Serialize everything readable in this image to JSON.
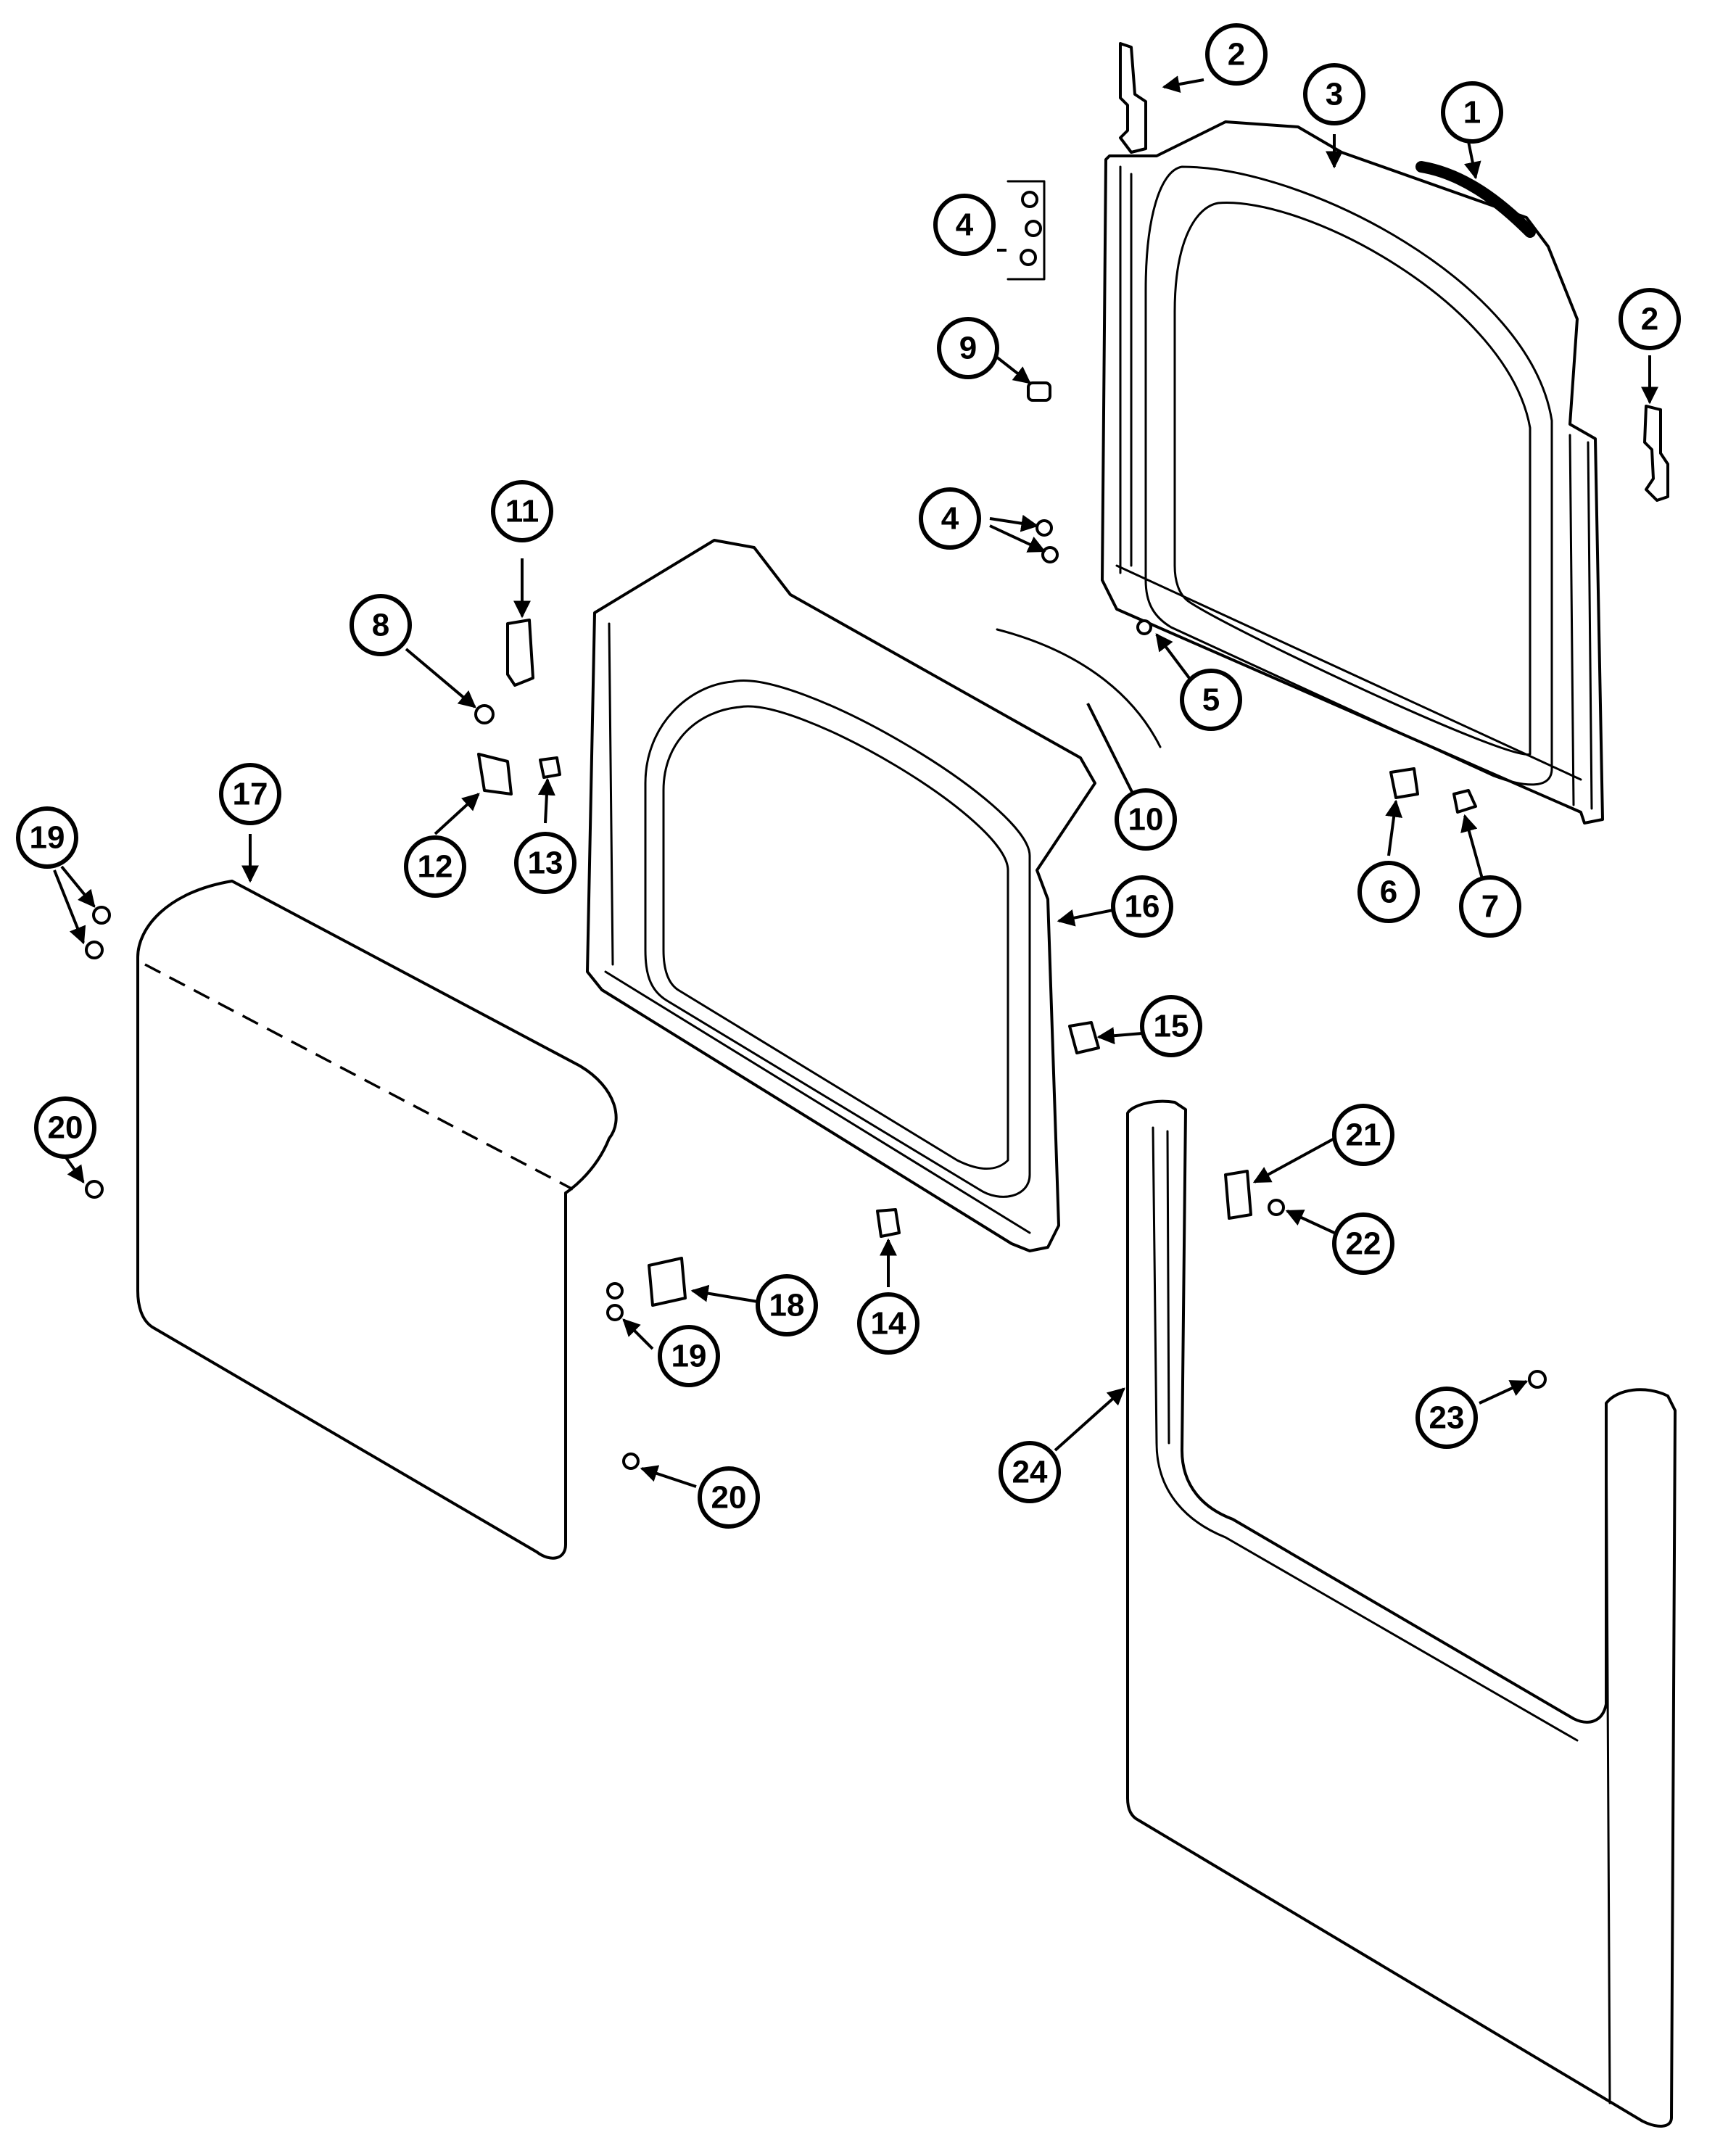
{
  "colors": {
    "line": "#000000",
    "background": "#ffffff"
  },
  "callouts": [
    {
      "id": "c1",
      "label": "1"
    },
    {
      "id": "c2a",
      "label": "2"
    },
    {
      "id": "c2b",
      "label": "2"
    },
    {
      "id": "c3",
      "label": "3"
    },
    {
      "id": "c4a",
      "label": "4"
    },
    {
      "id": "c4b",
      "label": "4"
    },
    {
      "id": "c5",
      "label": "5"
    },
    {
      "id": "c6",
      "label": "6"
    },
    {
      "id": "c7",
      "label": "7"
    },
    {
      "id": "c8",
      "label": "8"
    },
    {
      "id": "c9",
      "label": "9"
    },
    {
      "id": "c10",
      "label": "10"
    },
    {
      "id": "c11",
      "label": "11"
    },
    {
      "id": "c12",
      "label": "12"
    },
    {
      "id": "c13",
      "label": "13"
    },
    {
      "id": "c14",
      "label": "14"
    },
    {
      "id": "c15",
      "label": "15"
    },
    {
      "id": "c16",
      "label": "16"
    },
    {
      "id": "c17",
      "label": "17"
    },
    {
      "id": "c18",
      "label": "18"
    },
    {
      "id": "c19a",
      "label": "19"
    },
    {
      "id": "c19b",
      "label": "19"
    },
    {
      "id": "c20a",
      "label": "20"
    },
    {
      "id": "c20b",
      "label": "20"
    },
    {
      "id": "c21",
      "label": "21"
    },
    {
      "id": "c22",
      "label": "22"
    },
    {
      "id": "c23",
      "label": "23"
    },
    {
      "id": "c24",
      "label": "24"
    }
  ]
}
